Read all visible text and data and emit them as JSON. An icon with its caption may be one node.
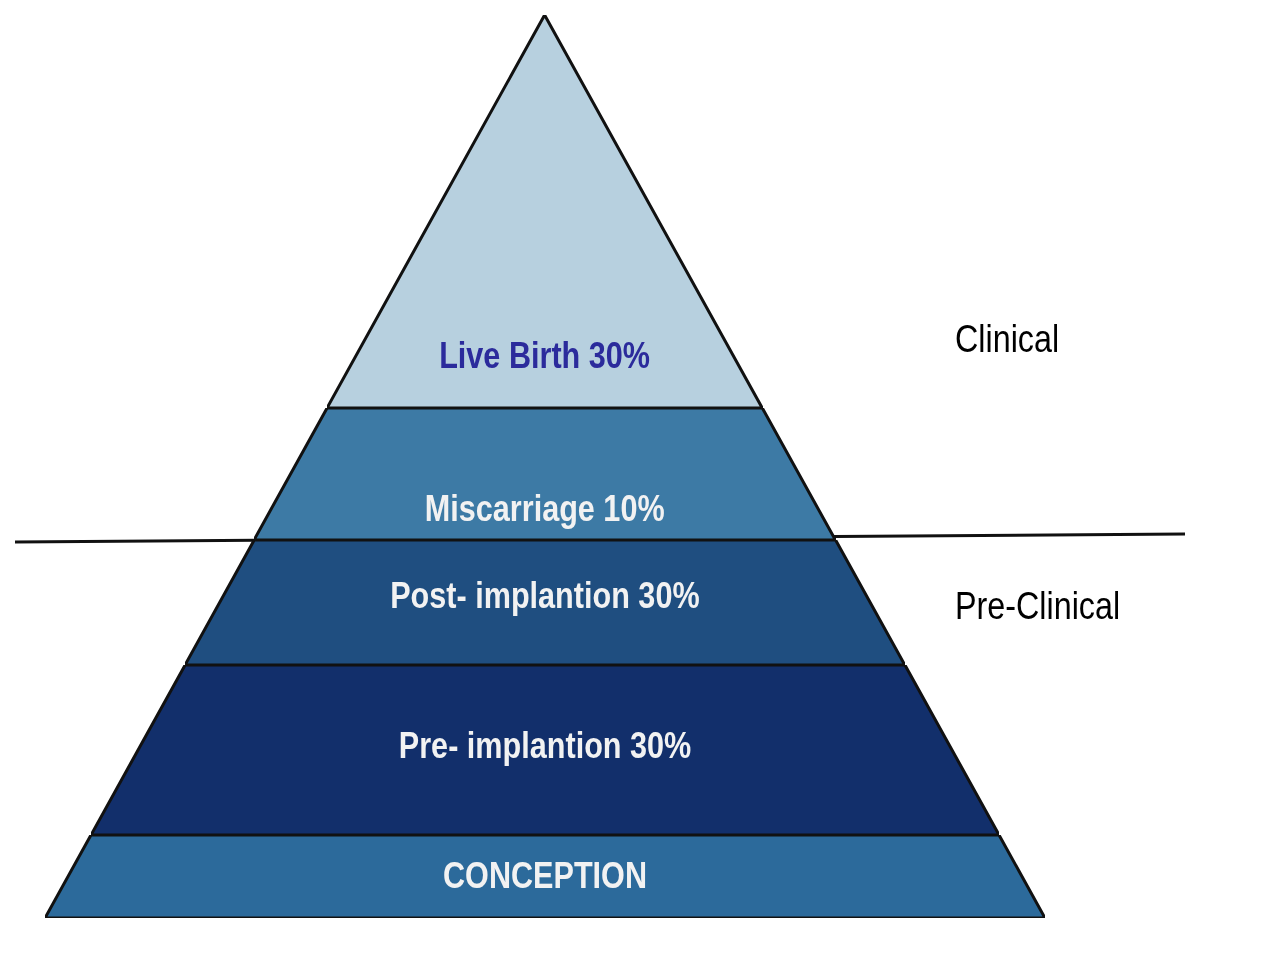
{
  "diagram": {
    "nodes": [
      {
        "text": [
          "Live Birth 30%"
        ]
      },
      {
        "text": [
          "Miscarriage 10%"
        ]
      },
      {
        "text": [
          "Post- implantion 30%"
        ]
      },
      {
        "text": [
          "Pre- implantion 30%"
        ]
      },
      {
        "text": [
          "CONCEPTION"
        ]
      }
    ],
    "labels": [
      "Clinical",
      "Pre-Clinical"
    ]
  }
}
